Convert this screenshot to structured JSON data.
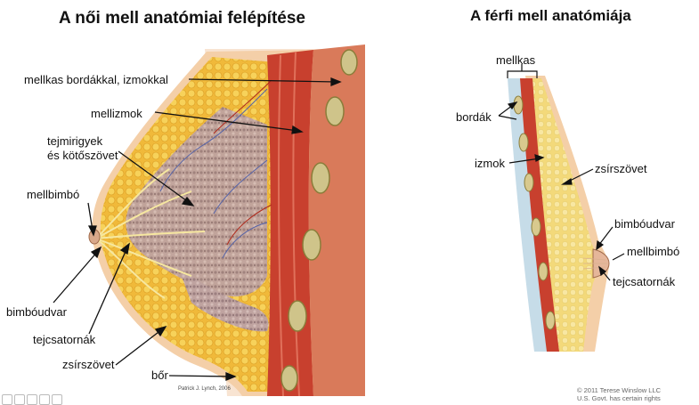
{
  "female": {
    "title": "A női mell anatómiai felépítése",
    "labels": {
      "chest": "mellkas bordákkal, izmokkal",
      "muscle": "mellizmok",
      "glands1": "tejmirigyek",
      "glands2": "és kötőszövet",
      "nipple": "mellbimbó",
      "areola": "bimbóudvar",
      "ducts": "tejcsatornák",
      "fat": "zsírszövet",
      "skin": "bőr"
    },
    "artist": "Patrick J. Lynch, 2006"
  },
  "male": {
    "title": "A férfi mell anatómiája",
    "labels": {
      "chest": "mellkas",
      "ribs": "bordák",
      "muscles": "izmok",
      "fat": "zsírszövet",
      "areola": "bimbóudvar",
      "nipple": "mellbimbó",
      "ducts": "tejcsatornák"
    },
    "copyright1": "© 2011 Terese Winslow LLC",
    "copyright2": "U.S. Govt. has certain rights"
  },
  "colors": {
    "fat": "#f2c23a",
    "muscle": "#c8402e",
    "gland": "#b89a9a",
    "skin": "#f4cfa8",
    "background_skin": "#f8e4d2"
  },
  "icons": [
    "slide-toolbar-icon"
  ]
}
